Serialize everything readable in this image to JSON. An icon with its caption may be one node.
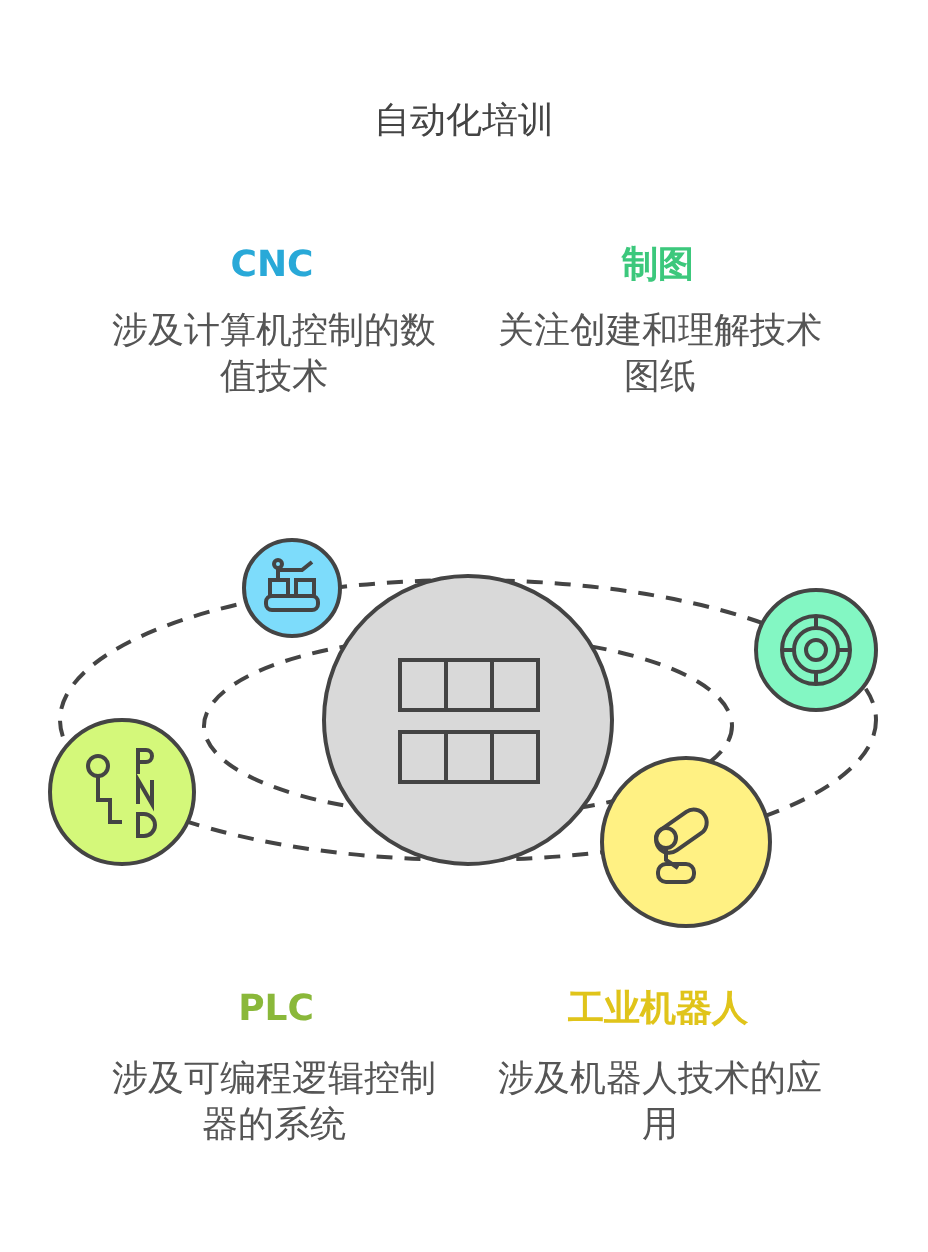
{
  "diagram": {
    "title": "自动化培训",
    "nodes": [
      {
        "text": [],
        "shape": "circle"
      },
      {
        "text": [],
        "shape": "circle"
      },
      {
        "text": [],
        "shape": "circle"
      },
      {
        "text": [],
        "shape": "circle"
      },
      {
        "text": [],
        "shape": "circle"
      }
    ],
    "edges": [],
    "labels": [
      "CNC",
      "制图",
      "涉及计算机控制的数值技术",
      "关注创建和理解技术图纸",
      "PLC",
      "工业机器人",
      "涉及可编程逻辑控制器的系统",
      "涉及机器人技术的应用"
    ]
  }
}
